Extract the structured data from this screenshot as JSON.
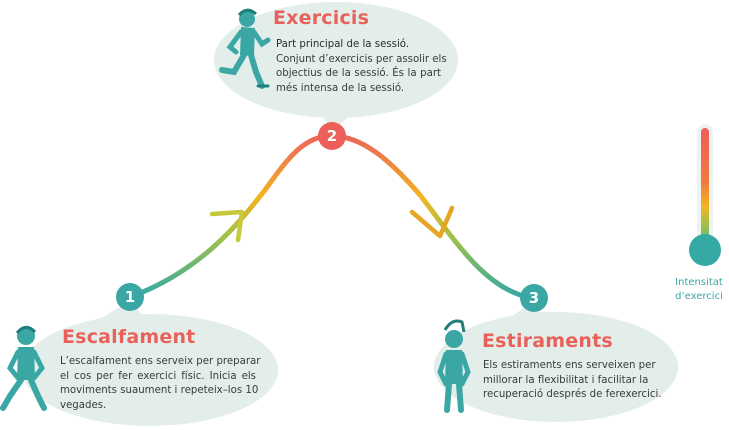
{
  "phases": [
    {
      "id": "warmup",
      "number": "1",
      "title": "Escalfament",
      "lines": [
        "L’escalfament ens serveix per preparar",
        "el cos per fer exercici físic. Inicia els",
        "moviments suaument i repeteix–los 10",
        "vegades."
      ]
    },
    {
      "id": "exercise",
      "number": "2",
      "title": "Exercicis",
      "lead": "Part principal de la sessió.",
      "lines": [
        "Conjunt d’exercicis per assolir els",
        "objectius de la sessió. És la part",
        "més intensa de la sessió."
      ]
    },
    {
      "id": "stretching",
      "number": "3",
      "title": "Estiraments",
      "lines": [
        "Els estiraments ens serveixen per",
        "millorar la flexibilitat i facilitar la",
        "recuperació després de ferexercici."
      ]
    }
  ],
  "legend": {
    "label_line1": "Intensitat",
    "label_line2": "d’exercici"
  },
  "colors": {
    "title": "#e9615a",
    "teal": "#3aa7a5",
    "bubble": "#e3eeeb",
    "low": "#35a9a3",
    "mid": "#f4b41f",
    "high": "#ec5f5a"
  },
  "icons": [
    "runner-icon",
    "warmup-figure-icon",
    "stretching-figure-icon",
    "thermometer-icon"
  ]
}
